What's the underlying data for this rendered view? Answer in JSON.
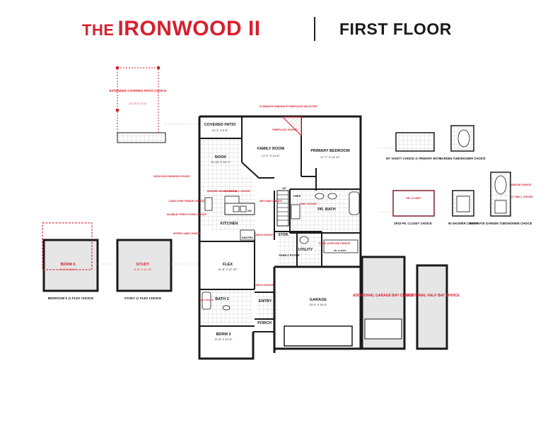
{
  "title": {
    "prefix": "THE",
    "name": "IRONWOOD II",
    "floor": "FIRST FLOOR"
  },
  "colors": {
    "accent": "#d6202f",
    "wall": "#1a1a1a",
    "tile": "#d9d9d9",
    "option_fill": "#e6e6e6"
  },
  "rooms": {
    "covered_patio": {
      "name": "COVERED PATIO",
      "dims": "10'-1\" X 8'-8\""
    },
    "nook": {
      "name": "NOOK",
      "dims": "11'-10\" X 10'-1\""
    },
    "family_room": {
      "name": "FAMILY ROOM",
      "dims": "17'-1\" X 14'-0\""
    },
    "primary_bedroom": {
      "name": "PRIMARY BEDROOM",
      "dims": "17'-7\" X 13'-11\""
    },
    "kitchen": {
      "name": "KITCHEN"
    },
    "pantry": {
      "name": "PANTRY"
    },
    "pr_bath": {
      "name": "PR. BATH"
    },
    "stor": {
      "name": "STOR."
    },
    "utility": {
      "name": "UTILITY"
    },
    "flex": {
      "name": "FLEX",
      "dims": "11'-8\" X 12'-10\""
    },
    "family_foyer": {
      "name": "FAMILY FOYER"
    },
    "bath2": {
      "name": "BATH 2"
    },
    "entry": {
      "name": "ENTRY"
    },
    "garage": {
      "name": "GARAGE",
      "dims": "20'-0\" X 20'-6\""
    },
    "porch": {
      "name": "PORCH"
    },
    "bdrm2": {
      "name": "BDRM 2",
      "dims": "11'-6\" X 10'-6\""
    },
    "linen": {
      "name": "LINEN"
    },
    "dw": {
      "name": "DW"
    }
  },
  "callouts": {
    "eliminate_window": "ELIMINATE WINDOW IF FIREPLACE SELECTED",
    "fireplace": "FIREPLACE CHOICE",
    "nook_box_window": "NOOK BOX WINDOW CHOICE",
    "drawer_bank": "DRAWER BANK CHOICE",
    "trash_pull": "TRASH PULL CHOICE",
    "wet_bar": "WET BAR CHOICE",
    "cabs_over_fridge": "CABS OVER FRIDGE CHOICE",
    "double_triple_oven": "DOUBLE/ TRIPLE OVEN CHOICE",
    "upper_cabs": "UPPER CABS CHOICE",
    "arch_choice": "ARCH CHOICE",
    "sink_choice": "SINK CHOICE",
    "cabs_over_wd": "CABS OVER W/D CHOICE",
    "pr_closet_small": "PR. CLOSET",
    "soft_water": "SOFT WATER",
    "door_choice": "DOOR CHOICE",
    "window_choice": "WINDOW CHOICE",
    "half_wall_choice": "HALF WALL CHOICE",
    "up": "UP"
  },
  "options": {
    "extended_patio": "EXTENDED COVERED PATIO CHOICE",
    "extended_patio_dims": "10'-10\" X 11'-4\"",
    "bdrm5_name": "BDRM 5",
    "bdrm5_dims": "11'-8\" X 12'-1\"",
    "bdrm5_caption": "BEDROOM 5 @ FLEX CHOICE",
    "study_name": "STUDY",
    "study_dims": "11'-8\" X 12'-10\"",
    "study_caption": "STUDY @ FLEX CHOICE",
    "vanity_caption": "90° VANITY CHOICE @ PRIMARY BATH",
    "garden_tub_caption": "GARDEN TUB/SHOWER CHOICE",
    "pr_closet_option_label": "PR. CLOSET",
    "pr_closet_caption": "2R15 PR. CLOSET CHOICE",
    "shower_caption": "60 SHOWER CHOICE",
    "separate_tub_caption": "SEPARATE GARDEN TUB/SHOWER CHOICE",
    "additional_garage": "ADDITIONAL GARAGE BAY CHOICE",
    "additional_half_bay": "ADDITIONAL HALF BAY CHOICE"
  }
}
